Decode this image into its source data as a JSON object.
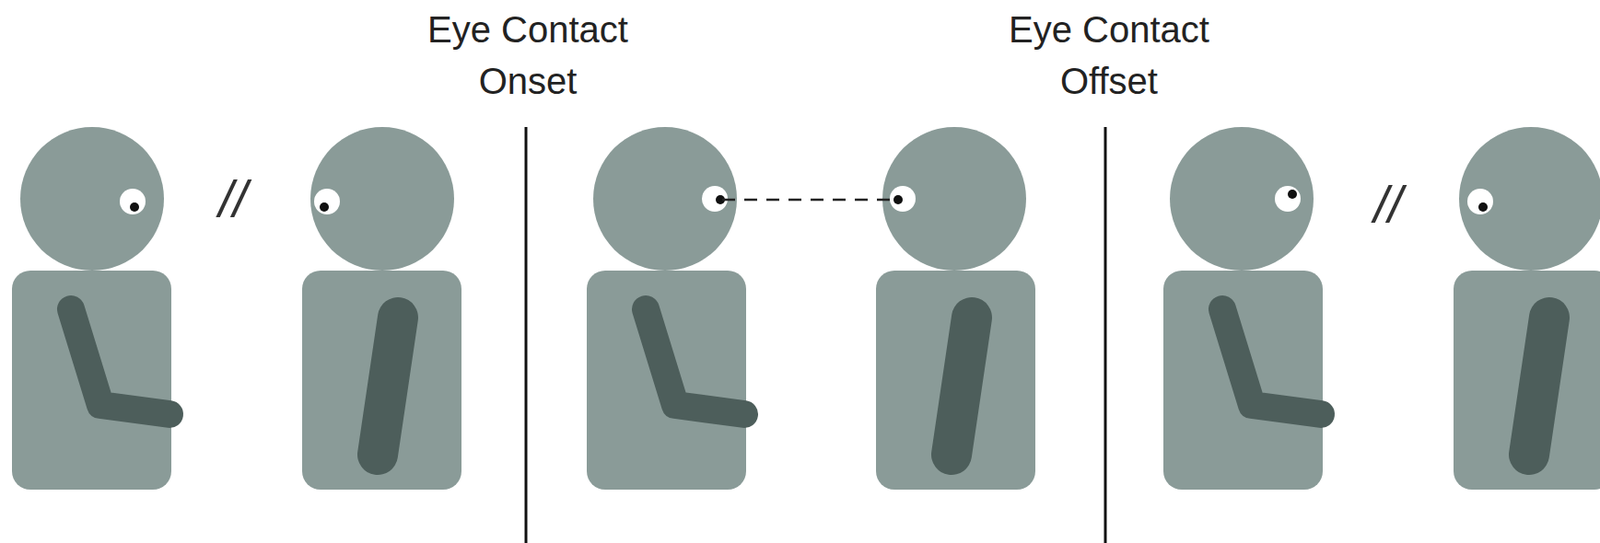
{
  "diagram": {
    "labels": [
      "Eye Contact Onset",
      "Eye Contact Offset",
      "//",
      "//"
    ]
  }
}
